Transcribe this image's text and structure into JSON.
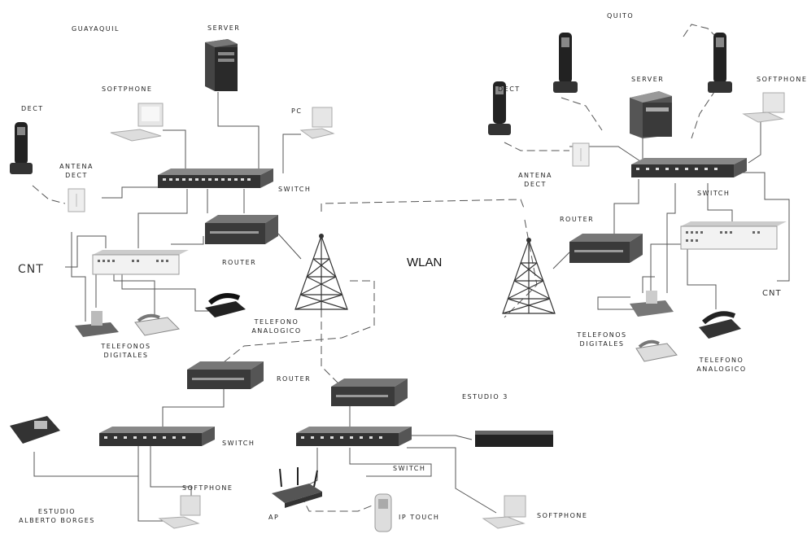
{
  "sites": {
    "guayaquil": "GUAYAQUIL",
    "quito": "QUITO",
    "estudio3": "ESTUDIO 3",
    "estudio_ab": [
      "ESTUDIO",
      "ALBERTO BORGES"
    ]
  },
  "labels": {
    "server": "SERVER",
    "softphone": "SOFTPHONE",
    "pc": "PC",
    "dect": "DECT",
    "antena_dect": [
      "ANTENA",
      "DECT"
    ],
    "switch": "SWITCH",
    "router": "ROUTER",
    "telefono_analogico": [
      "TELEFONO",
      "ANALOGICO"
    ],
    "telefonos_digitales": [
      "TELEFONOS",
      "DIGITALES"
    ],
    "wlan": "WLAN",
    "cnt": "CNT",
    "ap": "AP",
    "ip_touch": "IP TOUCH"
  }
}
